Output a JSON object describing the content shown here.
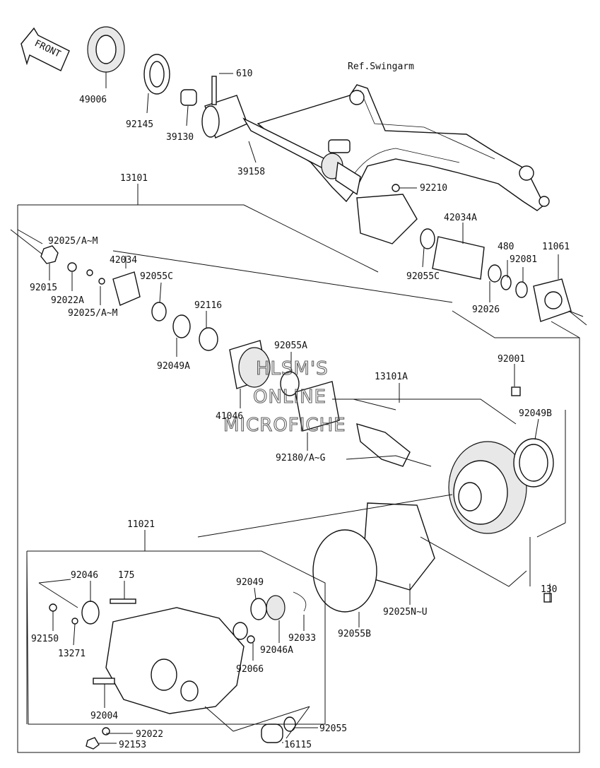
{
  "front_marker": "FRONT",
  "reference_label": "Ref.Swingarm",
  "watermark": [
    "HLSM'S",
    "ONLINE",
    "MICROFICHE"
  ],
  "part_labels": {
    "p49006": "49006",
    "p92145": "92145",
    "p39130": "39130",
    "p610": "610",
    "p39158": "39158",
    "p92210": "92210",
    "p13101": "13101",
    "p42034A": "42034A",
    "p92025AM_a": "92025/A~M",
    "p92015": "92015",
    "p92022A": "92022A",
    "p42034": "42034",
    "p92025AM_b": "92025/A~M",
    "p92055C_a": "92055C",
    "p92116": "92116",
    "p92049A": "92049A",
    "p92055C_b": "92055C",
    "p480": "480",
    "p92081": "92081",
    "p11061": "11061",
    "p92026": "92026",
    "p92055A": "92055A",
    "p41046": "41046",
    "p92180AG": "92180/A~G",
    "p13101A": "13101A",
    "p92001": "92001",
    "p92049B": "92049B",
    "p11021": "11021",
    "p92046": "92046",
    "p175": "175",
    "p92049": "92049",
    "p92150": "92150",
    "p13271": "13271",
    "p92033": "92033",
    "p92046A": "92046A",
    "p92066": "92066",
    "p92055B": "92055B",
    "p92025NU": "92025N~U",
    "p130": "130",
    "p92004": "92004",
    "p92022": "92022",
    "p92055": "92055",
    "p92153": "92153",
    "p16115": "16115"
  }
}
